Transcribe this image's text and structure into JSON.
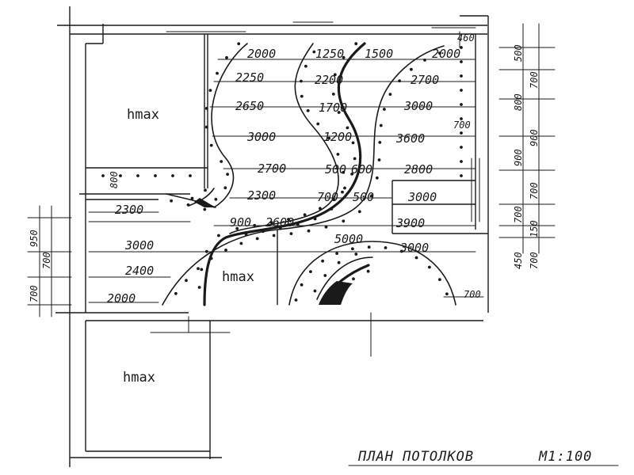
{
  "title": "ПЛАН ПОТОЛКОВ",
  "scale": "М1:100",
  "zone_label": "hmax",
  "row_labels": {
    "r1": [
      "2000",
      "1250",
      "1500",
      "2000",
      "460"
    ],
    "r2": [
      "2250",
      "2200",
      "2700"
    ],
    "r3": [
      "2650",
      "1700",
      "3000"
    ],
    "r4": [
      "3000",
      "1200",
      "3600",
      "700"
    ],
    "r5": [
      "2700",
      "500",
      "600",
      "2800"
    ],
    "r6": [
      "2300",
      "700",
      "500",
      "3000"
    ],
    "r7": [
      "2300",
      "900",
      "2600",
      "3900"
    ],
    "r8": [
      "5000",
      "3000"
    ],
    "r9": [
      "3000"
    ],
    "r10": [
      "2400"
    ],
    "r11": [
      "2000",
      "700"
    ]
  },
  "right_dims": [
    "500",
    "700",
    "800",
    "900",
    "900",
    "700",
    "700",
    "150",
    "450",
    "700"
  ],
  "left_dims": [
    "950",
    "700",
    "700"
  ],
  "misc_dims": [
    "800"
  ]
}
